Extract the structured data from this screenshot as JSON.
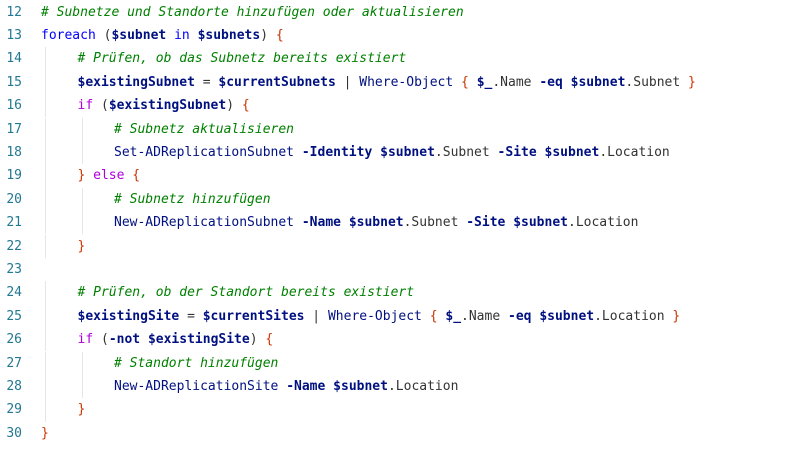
{
  "editor": {
    "lines": [
      {
        "num": "12",
        "indent": 0,
        "tokens": [
          {
            "t": "comment",
            "v": "# Subnetze und Standorte hinzufügen oder aktualisieren"
          }
        ]
      },
      {
        "num": "13",
        "indent": 0,
        "tokens": [
          {
            "t": "keyword",
            "v": "foreach"
          },
          {
            "t": "plain",
            "v": " ("
          },
          {
            "t": "var",
            "v": "$subnet"
          },
          {
            "t": "plain",
            "v": " "
          },
          {
            "t": "keyword",
            "v": "in"
          },
          {
            "t": "plain",
            "v": " "
          },
          {
            "t": "var",
            "v": "$subnets"
          },
          {
            "t": "plain",
            "v": ") "
          },
          {
            "t": "brace1",
            "v": "{"
          }
        ]
      },
      {
        "num": "14",
        "indent": 1,
        "tokens": [
          {
            "t": "comment",
            "v": "# Prüfen, ob das Subnetz bereits existiert"
          }
        ]
      },
      {
        "num": "15",
        "indent": 1,
        "tokens": [
          {
            "t": "var",
            "v": "$existingSubnet"
          },
          {
            "t": "plain",
            "v": " = "
          },
          {
            "t": "var",
            "v": "$currentSubnets"
          },
          {
            "t": "plain",
            "v": " | "
          },
          {
            "t": "cmd",
            "v": "Where-Object"
          },
          {
            "t": "plain",
            "v": " "
          },
          {
            "t": "brace2",
            "v": "{"
          },
          {
            "t": "plain",
            "v": " "
          },
          {
            "t": "var",
            "v": "$_"
          },
          {
            "t": "plain",
            "v": ".Name "
          },
          {
            "t": "op",
            "v": "-eq"
          },
          {
            "t": "plain",
            "v": " "
          },
          {
            "t": "var",
            "v": "$subnet"
          },
          {
            "t": "plain",
            "v": ".Subnet "
          },
          {
            "t": "brace2",
            "v": "}"
          }
        ]
      },
      {
        "num": "16",
        "indent": 1,
        "tokens": [
          {
            "t": "flow",
            "v": "if"
          },
          {
            "t": "plain",
            "v": " ("
          },
          {
            "t": "var",
            "v": "$existingSubnet"
          },
          {
            "t": "plain",
            "v": ") "
          },
          {
            "t": "brace2",
            "v": "{"
          }
        ]
      },
      {
        "num": "17",
        "indent": 2,
        "tokens": [
          {
            "t": "comment",
            "v": "# Subnetz aktualisieren"
          }
        ]
      },
      {
        "num": "18",
        "indent": 2,
        "tokens": [
          {
            "t": "cmd",
            "v": "Set-ADReplicationSubnet"
          },
          {
            "t": "plain",
            "v": " "
          },
          {
            "t": "param",
            "v": "-Identity"
          },
          {
            "t": "plain",
            "v": " "
          },
          {
            "t": "var",
            "v": "$subnet"
          },
          {
            "t": "plain",
            "v": ".Subnet "
          },
          {
            "t": "param",
            "v": "-Site"
          },
          {
            "t": "plain",
            "v": " "
          },
          {
            "t": "var",
            "v": "$subnet"
          },
          {
            "t": "plain",
            "v": ".Location"
          }
        ]
      },
      {
        "num": "19",
        "indent": 1,
        "tokens": [
          {
            "t": "brace2",
            "v": "}"
          },
          {
            "t": "plain",
            "v": " "
          },
          {
            "t": "flow",
            "v": "else"
          },
          {
            "t": "plain",
            "v": " "
          },
          {
            "t": "brace2",
            "v": "{"
          }
        ]
      },
      {
        "num": "20",
        "indent": 2,
        "tokens": [
          {
            "t": "comment",
            "v": "# Subnetz hinzufügen"
          }
        ]
      },
      {
        "num": "21",
        "indent": 2,
        "tokens": [
          {
            "t": "cmd",
            "v": "New-ADReplicationSubnet"
          },
          {
            "t": "plain",
            "v": " "
          },
          {
            "t": "param",
            "v": "-Name"
          },
          {
            "t": "plain",
            "v": " "
          },
          {
            "t": "var",
            "v": "$subnet"
          },
          {
            "t": "plain",
            "v": ".Subnet "
          },
          {
            "t": "param",
            "v": "-Site"
          },
          {
            "t": "plain",
            "v": " "
          },
          {
            "t": "var",
            "v": "$subnet"
          },
          {
            "t": "plain",
            "v": ".Location"
          }
        ]
      },
      {
        "num": "22",
        "indent": 1,
        "tokens": [
          {
            "t": "brace2",
            "v": "}"
          }
        ]
      },
      {
        "num": "23",
        "indent": 0,
        "tokens": []
      },
      {
        "num": "24",
        "indent": 1,
        "tokens": [
          {
            "t": "comment",
            "v": "# Prüfen, ob der Standort bereits existiert"
          }
        ]
      },
      {
        "num": "25",
        "indent": 1,
        "tokens": [
          {
            "t": "var",
            "v": "$existingSite"
          },
          {
            "t": "plain",
            "v": " = "
          },
          {
            "t": "var",
            "v": "$currentSites"
          },
          {
            "t": "plain",
            "v": " | "
          },
          {
            "t": "cmd",
            "v": "Where-Object"
          },
          {
            "t": "plain",
            "v": " "
          },
          {
            "t": "brace2",
            "v": "{"
          },
          {
            "t": "plain",
            "v": " "
          },
          {
            "t": "var",
            "v": "$_"
          },
          {
            "t": "plain",
            "v": ".Name "
          },
          {
            "t": "op",
            "v": "-eq"
          },
          {
            "t": "plain",
            "v": " "
          },
          {
            "t": "var",
            "v": "$subnet"
          },
          {
            "t": "plain",
            "v": ".Location "
          },
          {
            "t": "brace2",
            "v": "}"
          }
        ]
      },
      {
        "num": "26",
        "indent": 1,
        "tokens": [
          {
            "t": "flow",
            "v": "if"
          },
          {
            "t": "plain",
            "v": " ("
          },
          {
            "t": "op",
            "v": "-not"
          },
          {
            "t": "plain",
            "v": " "
          },
          {
            "t": "var",
            "v": "$existingSite"
          },
          {
            "t": "plain",
            "v": ") "
          },
          {
            "t": "brace2",
            "v": "{"
          }
        ]
      },
      {
        "num": "27",
        "indent": 2,
        "tokens": [
          {
            "t": "comment",
            "v": "# Standort hinzufügen"
          }
        ]
      },
      {
        "num": "28",
        "indent": 2,
        "tokens": [
          {
            "t": "cmd",
            "v": "New-ADReplicationSite"
          },
          {
            "t": "plain",
            "v": " "
          },
          {
            "t": "param",
            "v": "-Name"
          },
          {
            "t": "plain",
            "v": " "
          },
          {
            "t": "var",
            "v": "$subnet"
          },
          {
            "t": "plain",
            "v": ".Location"
          }
        ]
      },
      {
        "num": "29",
        "indent": 1,
        "tokens": [
          {
            "t": "brace2",
            "v": "}"
          }
        ]
      },
      {
        "num": "30",
        "indent": 0,
        "tokens": [
          {
            "t": "brace1",
            "v": "}"
          }
        ]
      }
    ]
  }
}
